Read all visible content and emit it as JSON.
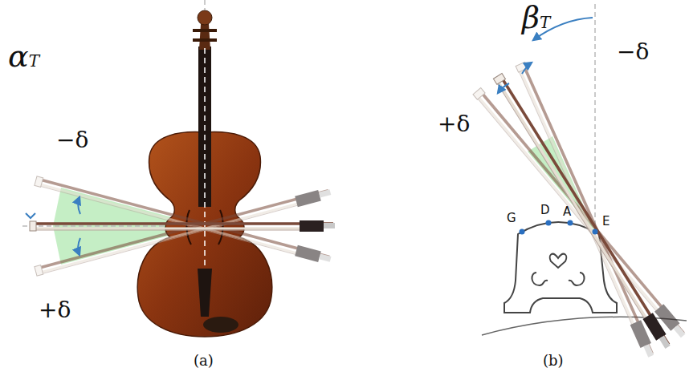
{
  "diagram": {
    "labels": [
      "αT",
      "−δ",
      "+δ",
      "(a)",
      "βT",
      "−δ",
      "+δ",
      "G",
      "D",
      "A",
      "E",
      "(b)"
    ]
  }
}
